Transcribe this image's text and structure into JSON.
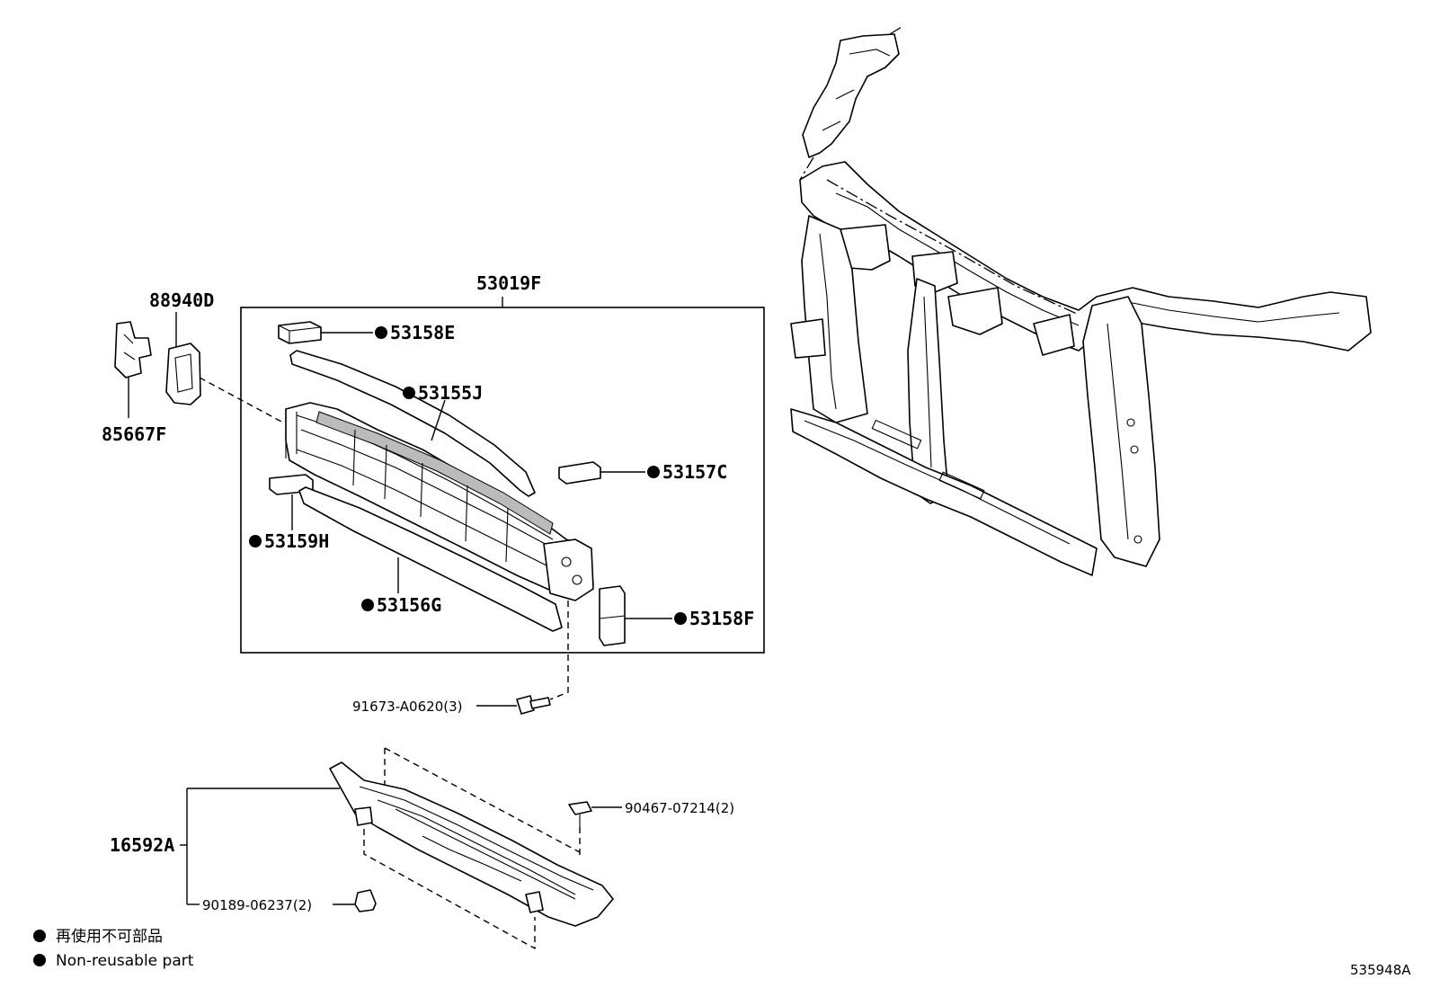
{
  "callouts": {
    "assembly": "53019F",
    "p53158E": "53158E",
    "p53155J": "53155J",
    "p53157C": "53157C",
    "p53159H": "53159H",
    "p53156G": "53156G",
    "p53158F": "53158F",
    "p88940D": "88940D",
    "p85667F": "85667F",
    "bolt": "91673-A0620(3)",
    "clip": "90467-07214(2)",
    "cover": "16592A",
    "fastener": "90189-06237(2)"
  },
  "legend": {
    "line1": "再使用不可部品",
    "line2": "Non-reusable part"
  },
  "diagram_code": "535948A"
}
